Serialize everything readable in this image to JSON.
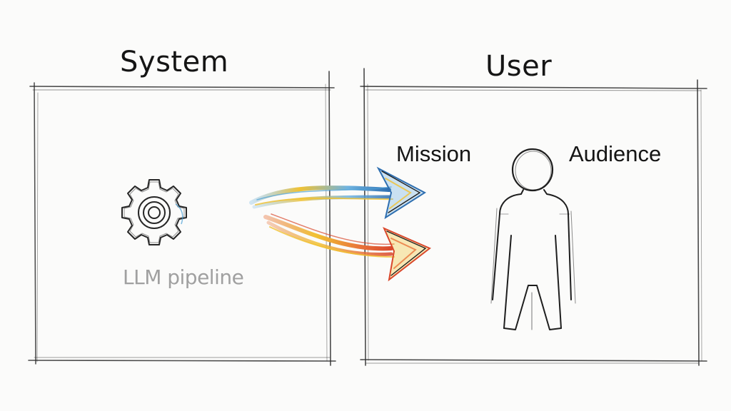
{
  "panels": {
    "left_title": "System",
    "right_title": "User"
  },
  "system": {
    "component_label": "LLM pipeline",
    "component_icon": "gear-icon"
  },
  "user": {
    "icon": "person-icon",
    "left_label": "Mission",
    "right_label": "Audience"
  },
  "colors": {
    "ink": "#151515",
    "faded_text": "#a0a0a0",
    "arrow_blue": "#4a9fd6",
    "arrow_yellow": "#f1c232",
    "arrow_orange": "#e8743b",
    "arrow_red": "#d9472b"
  }
}
